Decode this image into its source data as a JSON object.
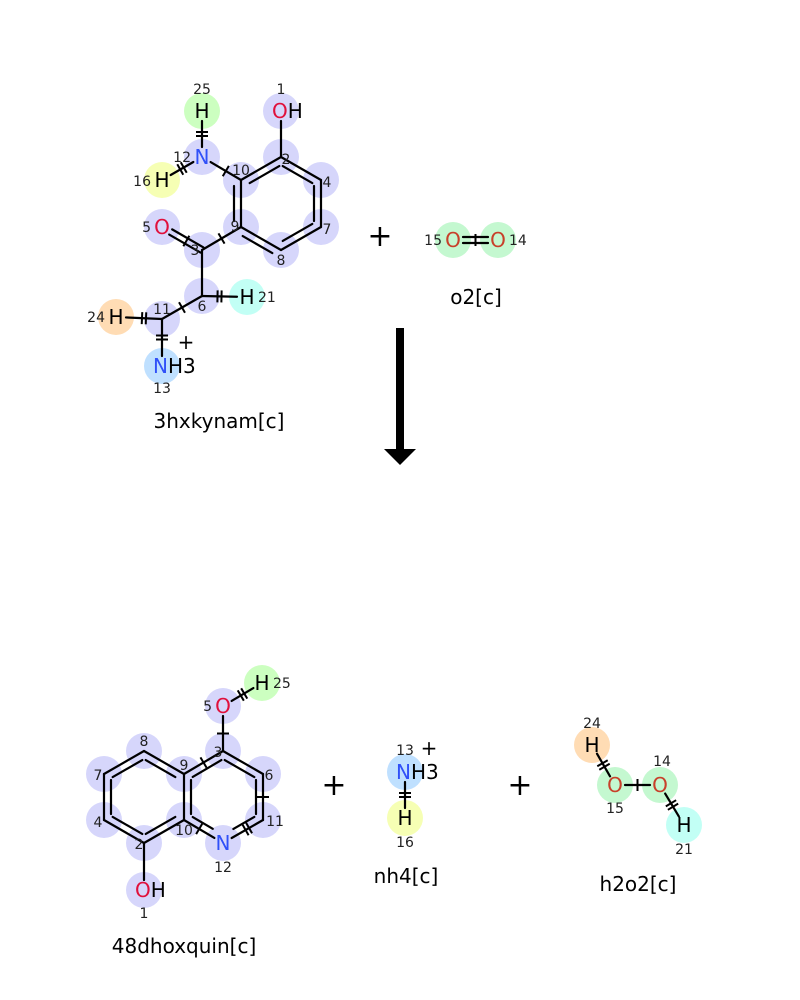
{
  "colors": {
    "atom_highlight": "#d6d6fb",
    "oxygen": "#e0103c",
    "oxygen_small": "#c8402a",
    "nitrogen": "#3050f8",
    "bond": "#000000",
    "h_green": "#ccffc0",
    "h_yellow": "#f6ffb4",
    "h_cyan": "#c2fff5",
    "h_orange": "#ffdcb4",
    "n_blue": "#bfe0ff",
    "o_green": "#c4f8d0"
  },
  "reactants": [
    {
      "name": "3hxkynam[c]",
      "atoms": [
        {
          "num": "1",
          "symbol": "O",
          "suffix": "H"
        },
        {
          "num": "2"
        },
        {
          "num": "4"
        },
        {
          "num": "7"
        },
        {
          "num": "8"
        },
        {
          "num": "9"
        },
        {
          "num": "10"
        },
        {
          "num": "12",
          "symbol": "N"
        },
        {
          "num": "25",
          "symbol": "H"
        },
        {
          "num": "16",
          "symbol": "H"
        },
        {
          "num": "3"
        },
        {
          "num": "5",
          "symbol": "O"
        },
        {
          "num": "6"
        },
        {
          "num": "21",
          "symbol": "H"
        },
        {
          "num": "11"
        },
        {
          "num": "24",
          "symbol": "H"
        },
        {
          "num": "13",
          "symbol": "N",
          "suffix": "H3",
          "charge": "+"
        }
      ]
    },
    {
      "name": "o2[c]",
      "atoms": [
        {
          "num": "15",
          "symbol": "O"
        },
        {
          "num": "14",
          "symbol": "O"
        }
      ]
    }
  ],
  "products": [
    {
      "name": "48dhoxquin[c]",
      "atoms": [
        {
          "num": "1",
          "symbol": "O",
          "suffix": "H"
        },
        {
          "num": "2"
        },
        {
          "num": "4"
        },
        {
          "num": "7"
        },
        {
          "num": "8"
        },
        {
          "num": "9"
        },
        {
          "num": "10"
        },
        {
          "num": "3"
        },
        {
          "num": "6"
        },
        {
          "num": "11"
        },
        {
          "num": "12",
          "symbol": "N"
        },
        {
          "num": "5",
          "symbol": "O"
        },
        {
          "num": "25",
          "symbol": "H"
        }
      ]
    },
    {
      "name": "nh4[c]",
      "atoms": [
        {
          "num": "13",
          "symbol": "N",
          "suffix": "H3",
          "charge": "+"
        },
        {
          "num": "16",
          "symbol": "H"
        }
      ]
    },
    {
      "name": "h2o2[c]",
      "atoms": [
        {
          "num": "24",
          "symbol": "H"
        },
        {
          "num": "15",
          "symbol": "O"
        },
        {
          "num": "14",
          "symbol": "O"
        },
        {
          "num": "21",
          "symbol": "H"
        }
      ]
    }
  ],
  "operators": {
    "plus": "+"
  }
}
